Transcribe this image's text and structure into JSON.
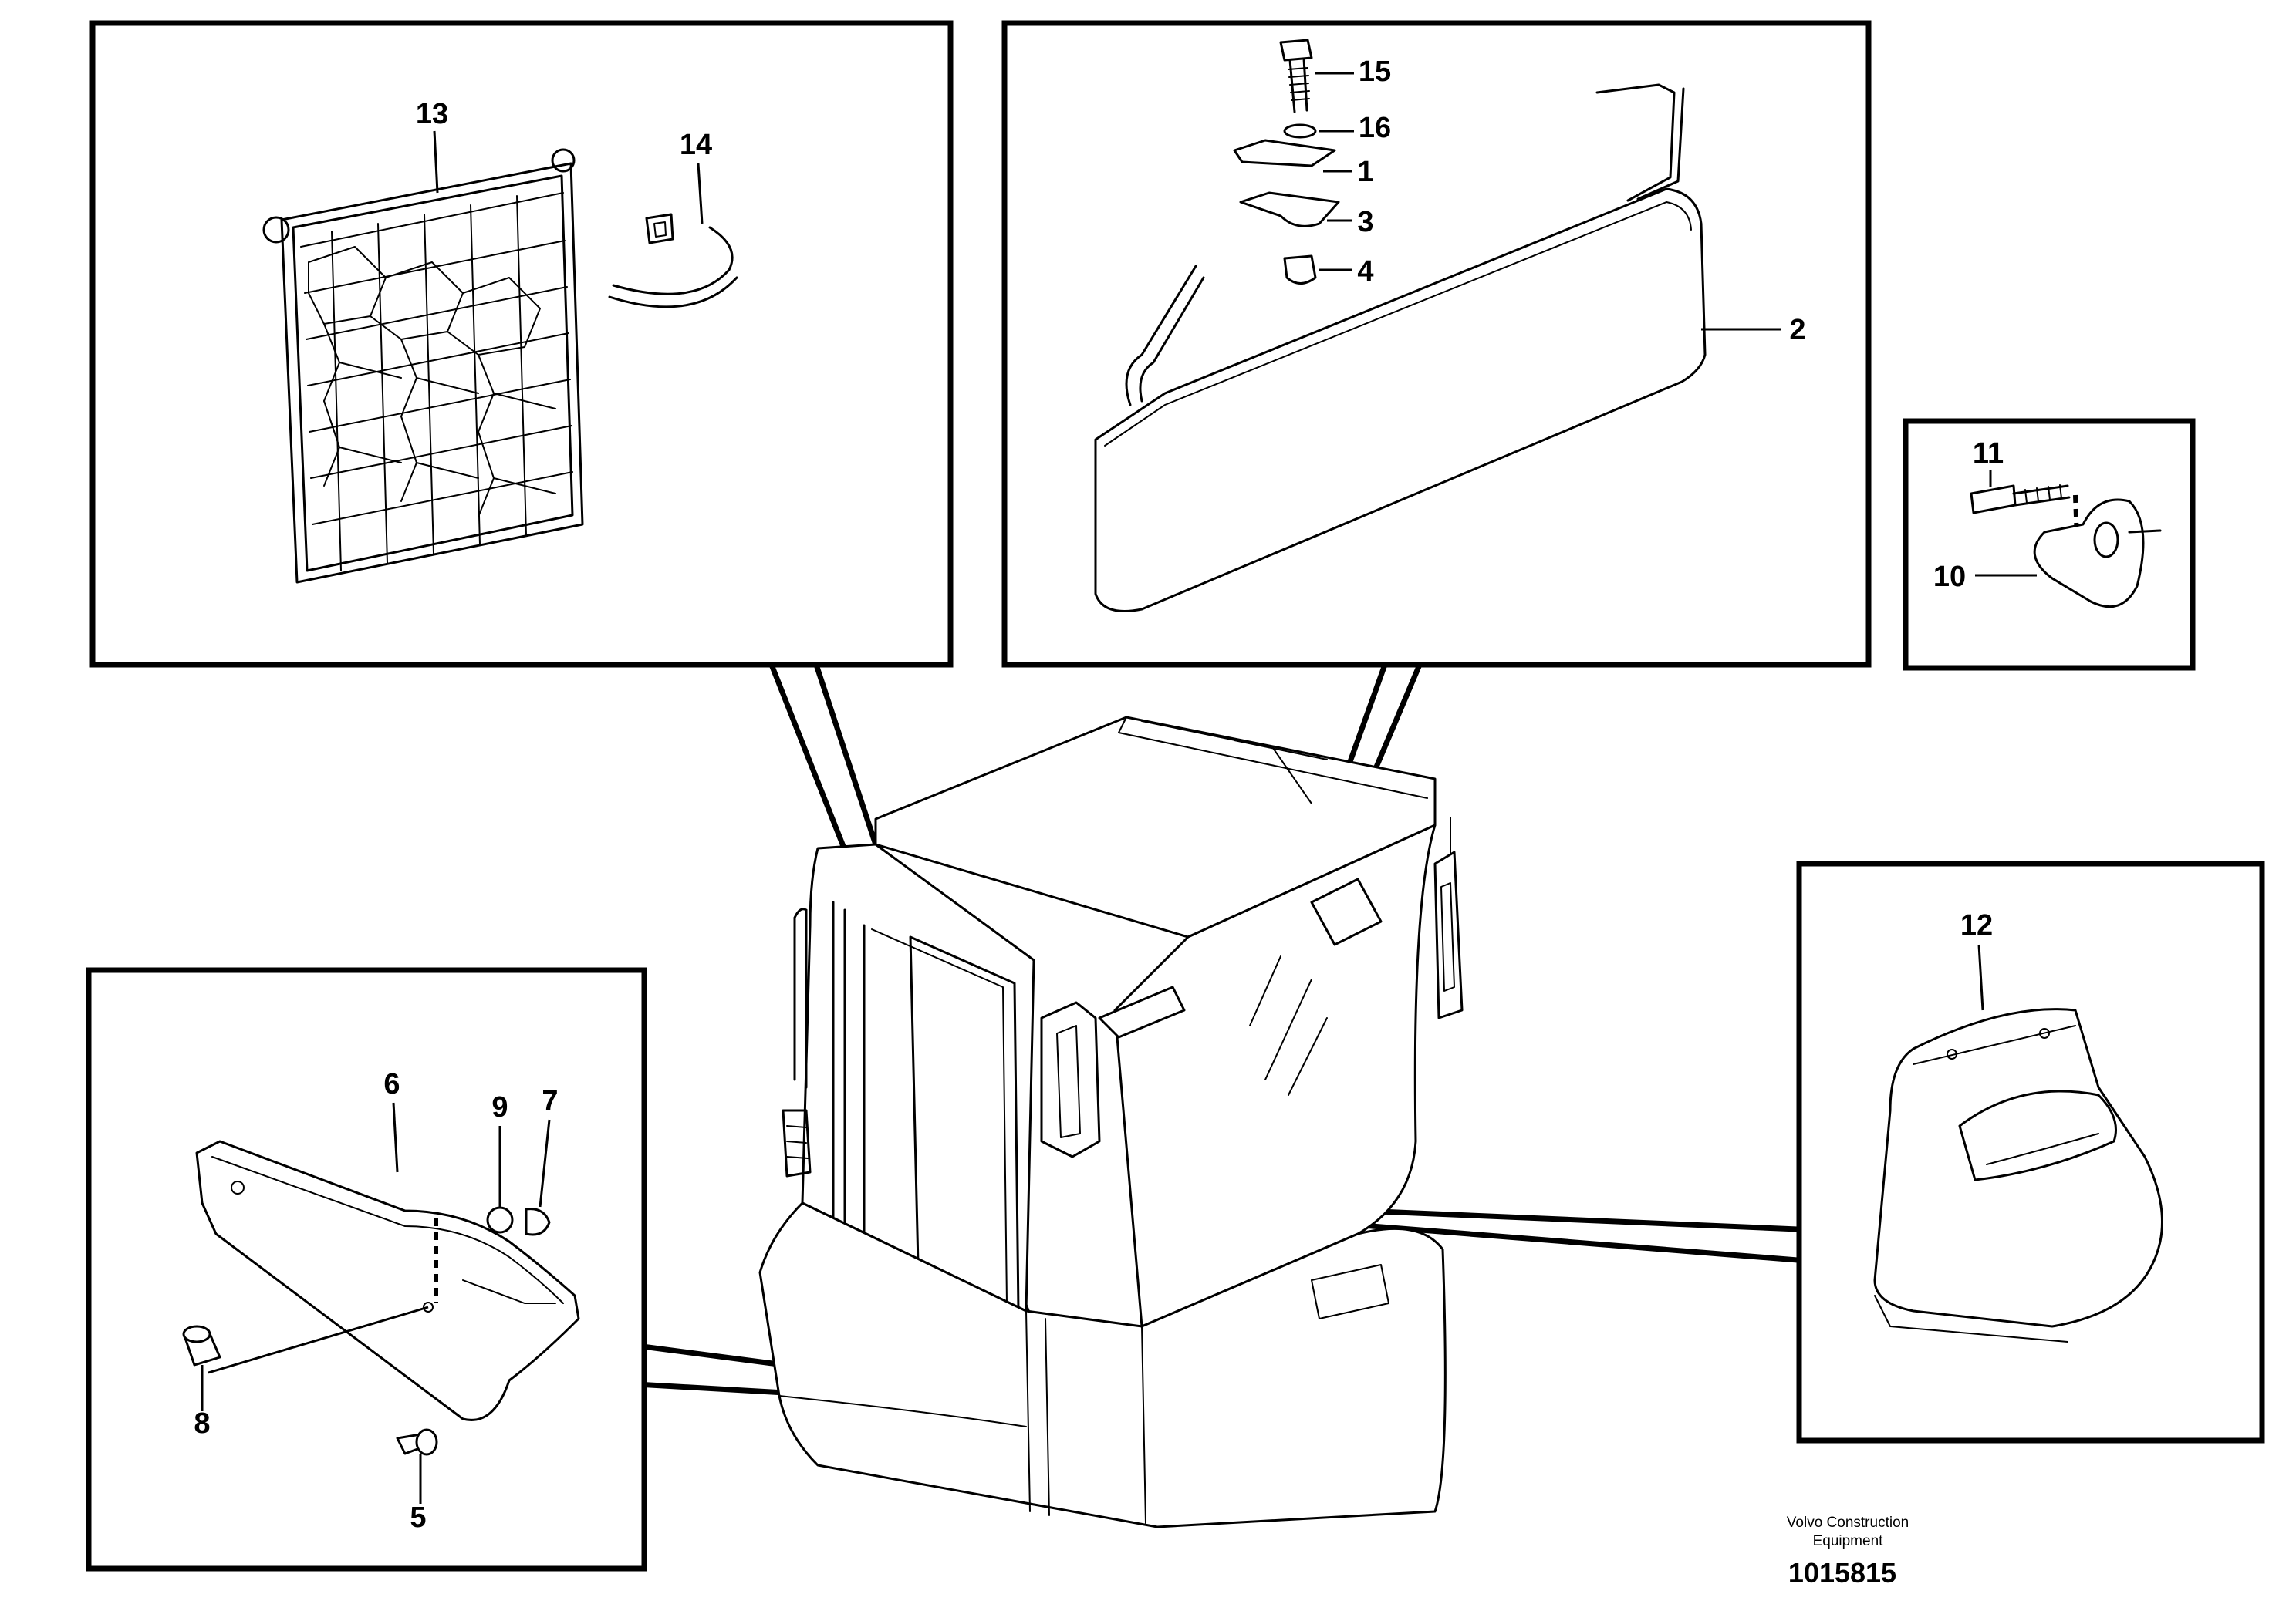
{
  "figure": {
    "labels": {
      "p1": "1",
      "p2": "2",
      "p3": "3",
      "p4": "4",
      "p5": "5",
      "p6": "6",
      "p7": "7",
      "p8": "8",
      "p9": "9",
      "p10": "10",
      "p11": "11",
      "p12": "12",
      "p13": "13",
      "p14": "14",
      "p15": "15",
      "p16": "16"
    },
    "credit_line1": "Volvo Construction",
    "credit_line2": "Equipment",
    "document_number": "1015815"
  }
}
